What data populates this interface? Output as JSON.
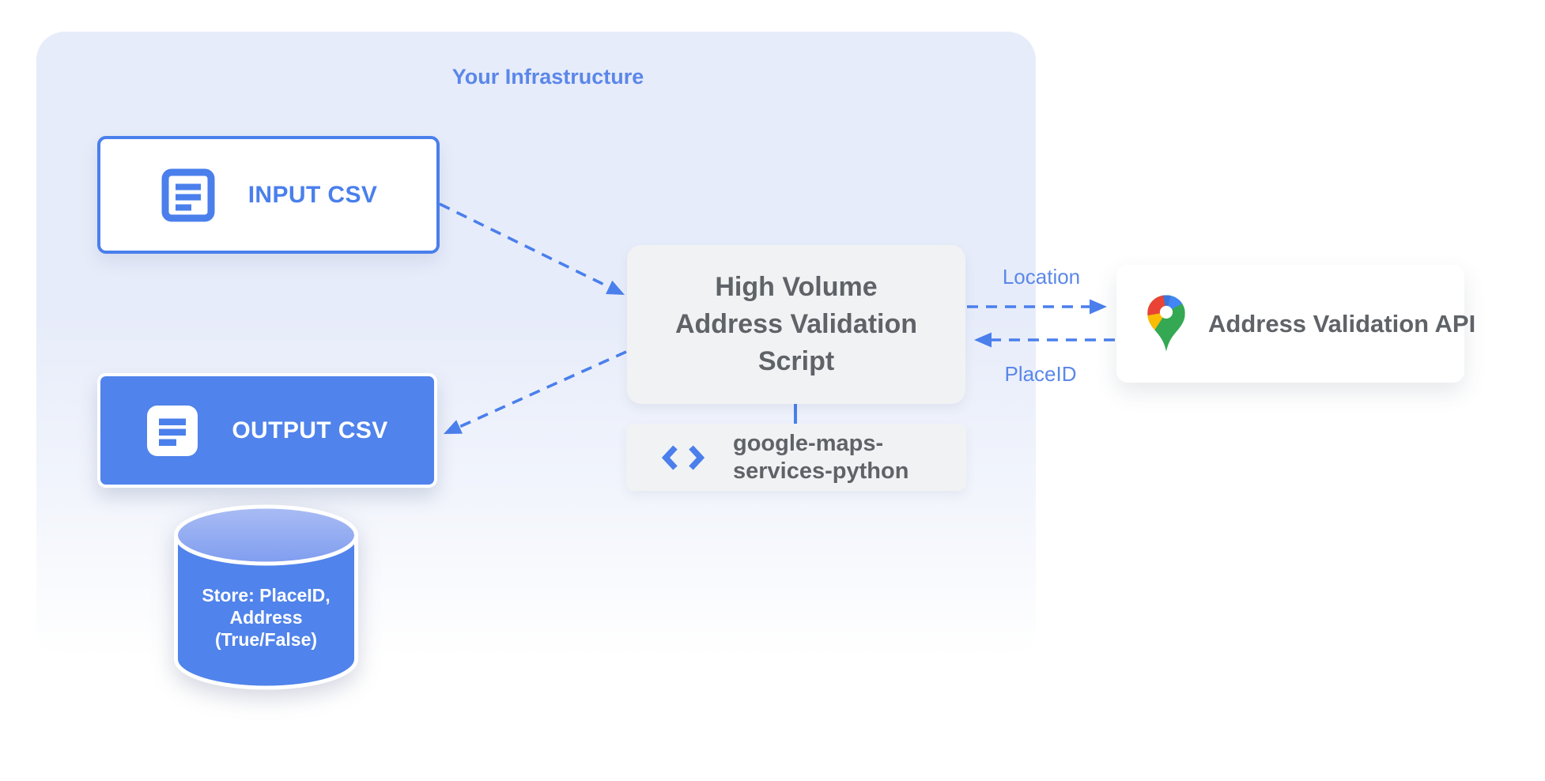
{
  "infrastructure": {
    "title": "Your Infrastructure"
  },
  "nodes": {
    "input_csv": {
      "label": "INPUT CSV",
      "icon": "document-icon"
    },
    "output_csv": {
      "label": "OUTPUT CSV",
      "icon": "document-icon"
    },
    "datastore": {
      "lines": [
        "Store: PlaceID,",
        "Address",
        "(True/False)"
      ]
    },
    "script": {
      "lines": [
        "High Volume",
        "Address Validation",
        "Script"
      ]
    },
    "library": {
      "lines": [
        "google-maps-",
        "services-python"
      ],
      "icon": "code-icon"
    },
    "api": {
      "label": "Address Validation API",
      "icon": "google-maps-pin-icon"
    }
  },
  "edges": {
    "location_label": "Location",
    "placeid_label": "PlaceID"
  },
  "colors": {
    "accent": "#4a7fec",
    "accent-fill": "#5083eb",
    "panel": "#e7ecfa",
    "label-blue": "#5b87e9",
    "box-gray": "#f1f2f3",
    "text-gray": "#5f6368",
    "cyl-top-light": "#a9bcf4",
    "cyl-top-dark": "#7f9def",
    "pin-red": "#ea4335",
    "pin-blue": "#4285f4",
    "pin-blue-dark": "#3a74e0",
    "pin-yellow": "#fbbc04",
    "pin-green": "#34a853"
  }
}
